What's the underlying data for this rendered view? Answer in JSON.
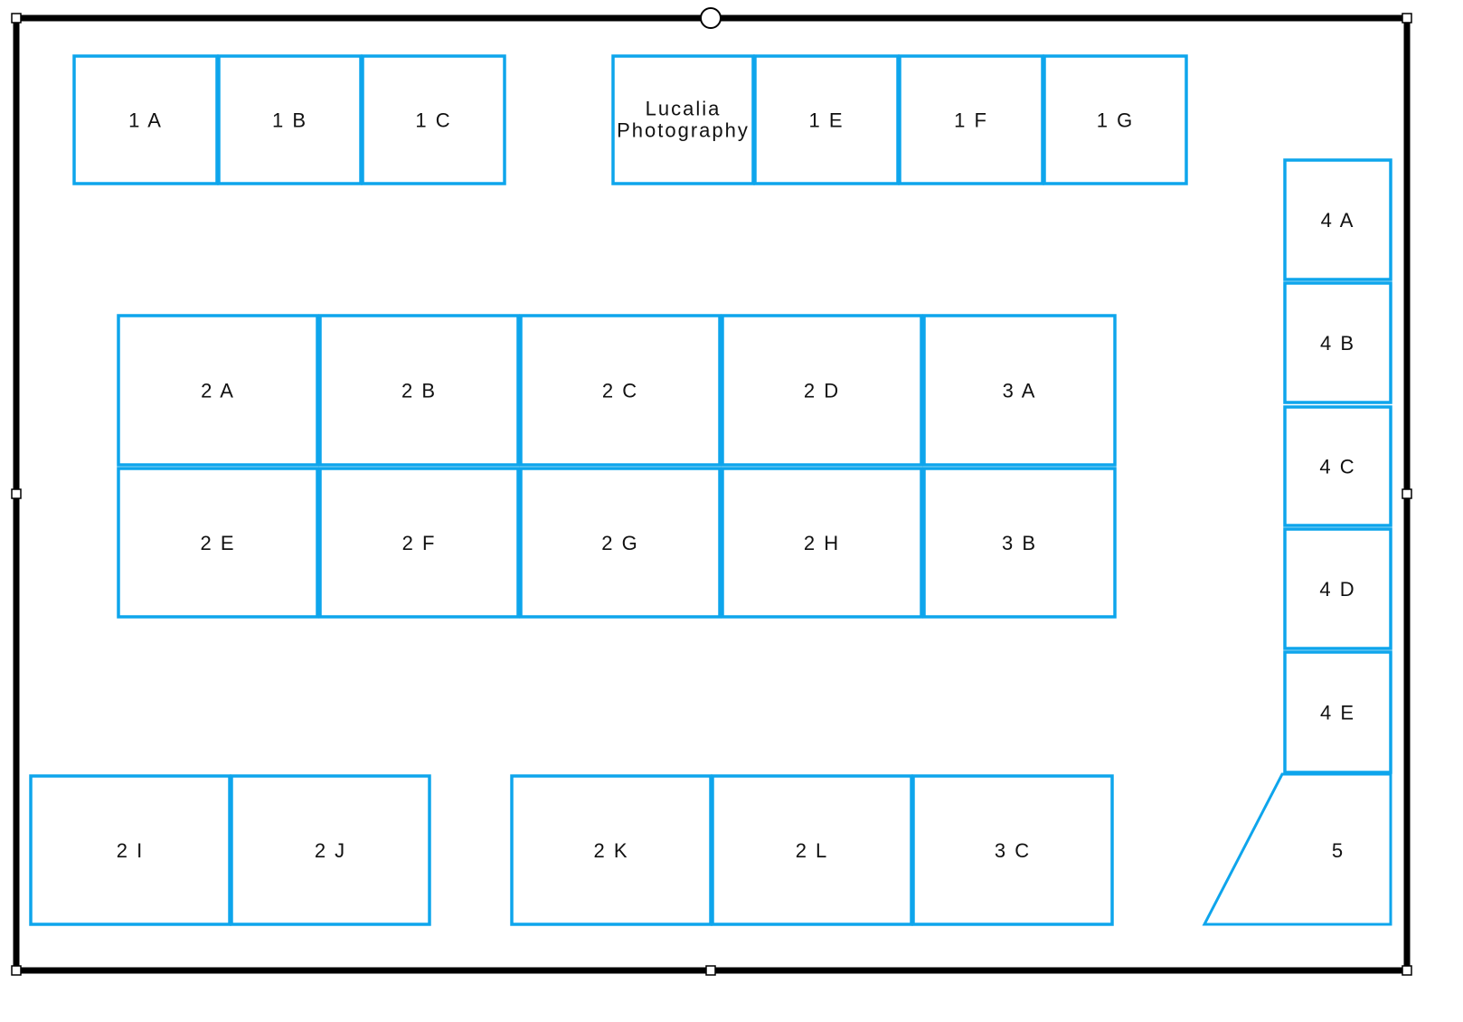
{
  "colors": {
    "booth_stroke": "#0ea5ec",
    "frame_stroke": "#000000",
    "text": "#111111",
    "background": "#ffffff"
  },
  "booths": [
    {
      "id": "1A",
      "label": "1 A"
    },
    {
      "id": "1B",
      "label": "1 B"
    },
    {
      "id": "1C",
      "label": "1 C"
    },
    {
      "id": "1D",
      "label_lines": [
        "Lucalia",
        "Photography"
      ]
    },
    {
      "id": "1E",
      "label": "1 E"
    },
    {
      "id": "1F",
      "label": "1 F"
    },
    {
      "id": "1G",
      "label": "1 G"
    },
    {
      "id": "4A",
      "label": "4 A"
    },
    {
      "id": "4B",
      "label": "4 B"
    },
    {
      "id": "4C",
      "label": "4 C"
    },
    {
      "id": "4D",
      "label": "4 D"
    },
    {
      "id": "4E",
      "label": "4 E"
    },
    {
      "id": "2A",
      "label": "2 A"
    },
    {
      "id": "2B",
      "label": "2 B"
    },
    {
      "id": "2C",
      "label": "2 C"
    },
    {
      "id": "2D",
      "label": "2 D"
    },
    {
      "id": "3A",
      "label": "3 A"
    },
    {
      "id": "2E",
      "label": "2 E"
    },
    {
      "id": "2F",
      "label": "2 F"
    },
    {
      "id": "2G",
      "label": "2 G"
    },
    {
      "id": "2H",
      "label": "2 H"
    },
    {
      "id": "3B",
      "label": "3 B"
    },
    {
      "id": "2I",
      "label": "2 I"
    },
    {
      "id": "2J",
      "label": "2 J"
    },
    {
      "id": "2K",
      "label": "2 K"
    },
    {
      "id": "2L",
      "label": "2 L"
    },
    {
      "id": "3C",
      "label": "3 C"
    },
    {
      "id": "5",
      "label": "5"
    }
  ]
}
